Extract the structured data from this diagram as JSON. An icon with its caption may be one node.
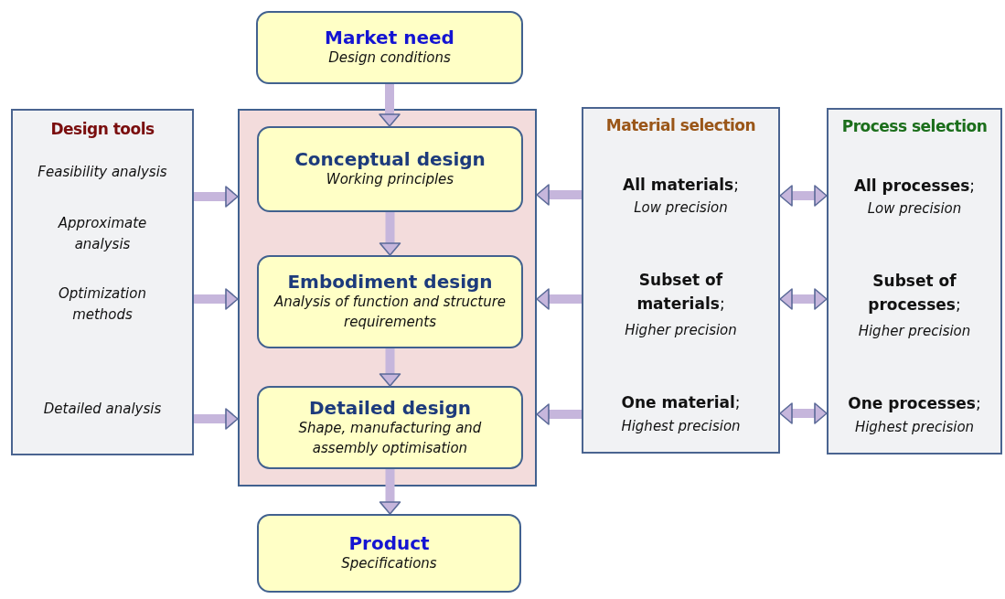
{
  "diagram": {
    "nodes": [
      {
        "text": [
          "Market need",
          "Design conditions"
        ]
      },
      {
        "text": [],
        "shape": "box"
      },
      {
        "text": [
          "Conceptual design",
          "Working principles"
        ],
        "in": 1
      },
      {
        "text": [
          "Embodiment design",
          "Analysis of function and structure requirements"
        ],
        "in": 1
      },
      {
        "text": [
          "Detailed design",
          "Shape, manufacturing and assembly optimisation"
        ],
        "in": 1
      },
      {
        "text": [
          "Product",
          "Specifications"
        ]
      },
      {
        "text": [
          "Design tools",
          "Feasibility analysis",
          "Approximate analysis",
          "Optimization methods",
          "Detailed analysis"
        ]
      },
      {
        "text": [
          "Material selection",
          "**All materials**;",
          "Low precision",
          "**Subset of materials**;",
          "Higher precision",
          "**One material**;",
          "Highest precision"
        ]
      },
      {
        "text": [
          "Process selection",
          "**All processes**;",
          "Low precision",
          "**Subset of processes**;",
          "Higher precision",
          "**One processes**;",
          "Highest precision"
        ]
      }
    ],
    "edges": [
      {
        "from": 0,
        "to": 2,
        "arrow": "to"
      },
      {
        "from": 2,
        "to": 3,
        "arrow": "to"
      },
      {
        "from": 3,
        "to": 4,
        "arrow": "to"
      },
      {
        "from": 4,
        "to": 5,
        "arrow": "to"
      },
      {
        "from": 6,
        "to": 1,
        "arrow": "to"
      },
      {
        "from": 6,
        "to": 1,
        "arrow": "to"
      },
      {
        "from": 6,
        "to": 1,
        "arrow": "to"
      },
      {
        "from": 7,
        "to": 1,
        "arrow": "to"
      },
      {
        "from": 7,
        "to": 1,
        "arrow": "to"
      },
      {
        "from": 7,
        "to": 1,
        "arrow": "to"
      },
      {
        "from": 7,
        "to": 8,
        "arrow": "both"
      },
      {
        "from": 7,
        "to": 8,
        "arrow": "both"
      },
      {
        "from": 7,
        "to": 8,
        "arrow": "both"
      }
    ]
  }
}
